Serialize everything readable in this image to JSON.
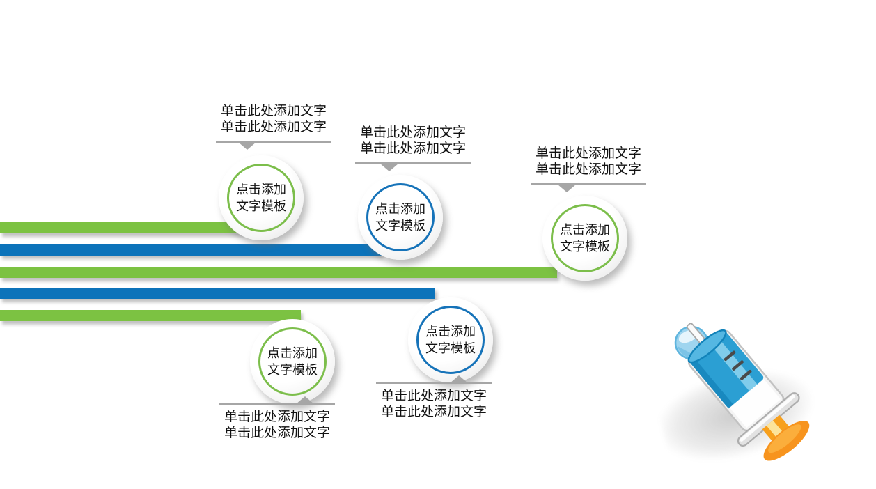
{
  "page": {
    "background": "#ffffff"
  },
  "palette": {
    "bar_green": "#7CC242",
    "bar_blue": "#0C73BA",
    "ring_green": "#7CBE4B",
    "ring_blue": "#1673B9",
    "rule_gray": "#A6A6A6",
    "text": "#111111",
    "syringe_liquid": "#2B9FD3",
    "syringe_droplet": "#9FD5EF",
    "syringe_plunger_orange": "#F7941E"
  },
  "bars": [
    {
      "color": "#7CC242"
    },
    {
      "color": "#0C73BA"
    },
    {
      "color": "#7CC242"
    },
    {
      "color": "#0C73BA"
    },
    {
      "color": "#7CC242"
    }
  ],
  "milestones": [
    {
      "ring": "green",
      "label_line1": "点击添加",
      "label_line2": "文字模板"
    },
    {
      "ring": "blue",
      "label_line1": "点击添加",
      "label_line2": "文字模板"
    },
    {
      "ring": "green",
      "label_line1": "点击添加",
      "label_line2": "文字模板"
    },
    {
      "ring": "blue",
      "label_line1": "点击添加",
      "label_line2": "文字模板"
    },
    {
      "ring": "green",
      "label_line1": "点击添加",
      "label_line2": "文字模板"
    }
  ],
  "captions": [
    {
      "placement": "above",
      "line1": "单击此处添加文字",
      "line2": "单击此处添加文字"
    },
    {
      "placement": "above",
      "line1": "单击此处添加文字",
      "line2": "单击此处添加文字"
    },
    {
      "placement": "above",
      "line1": "单击此处添加文字",
      "line2": "单击此处添加文字"
    },
    {
      "placement": "below",
      "line1": "单击此处添加文字",
      "line2": "单击此处添加文字"
    },
    {
      "placement": "below",
      "line1": "单击此处添加文字",
      "line2": "单击此处添加文字"
    }
  ],
  "illustration": {
    "name": "syringe"
  }
}
